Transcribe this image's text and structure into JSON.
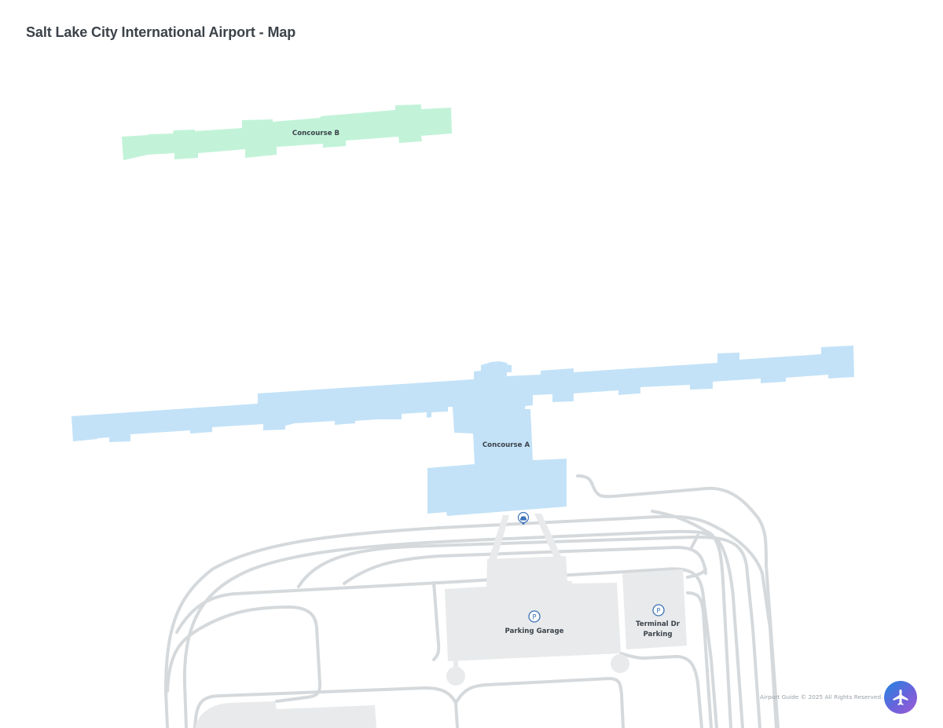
{
  "header": {
    "title": "Salt Lake City International Airport - Map"
  },
  "map": {
    "colors": {
      "concourse_a": "#c3e2f7",
      "concourse_b": "#c2f3d9",
      "parking": "#e8eaeb",
      "road": "#d5d9dc",
      "icon_blue": "#3b73b9",
      "label": "#3b434b"
    },
    "concourses": [
      {
        "id": "concourse-b",
        "label": "Concourse B"
      },
      {
        "id": "concourse-a",
        "label": "Concourse A"
      }
    ],
    "parking": [
      {
        "id": "parking-garage",
        "label": "Parking Garage",
        "icon": "parking-icon",
        "icon_glyph": "P"
      },
      {
        "id": "terminal-dr-parking",
        "label_line1": "Terminal Dr",
        "label_line2": "Parking",
        "icon": "parking-icon",
        "icon_glyph": "P"
      }
    ],
    "pois": [
      {
        "id": "taxi",
        "icon": "taxi-icon"
      }
    ]
  },
  "footer": {
    "copyright": "Airport Guide © 2025 All Rights Reserved.",
    "fab_icon": "airplane-icon"
  }
}
